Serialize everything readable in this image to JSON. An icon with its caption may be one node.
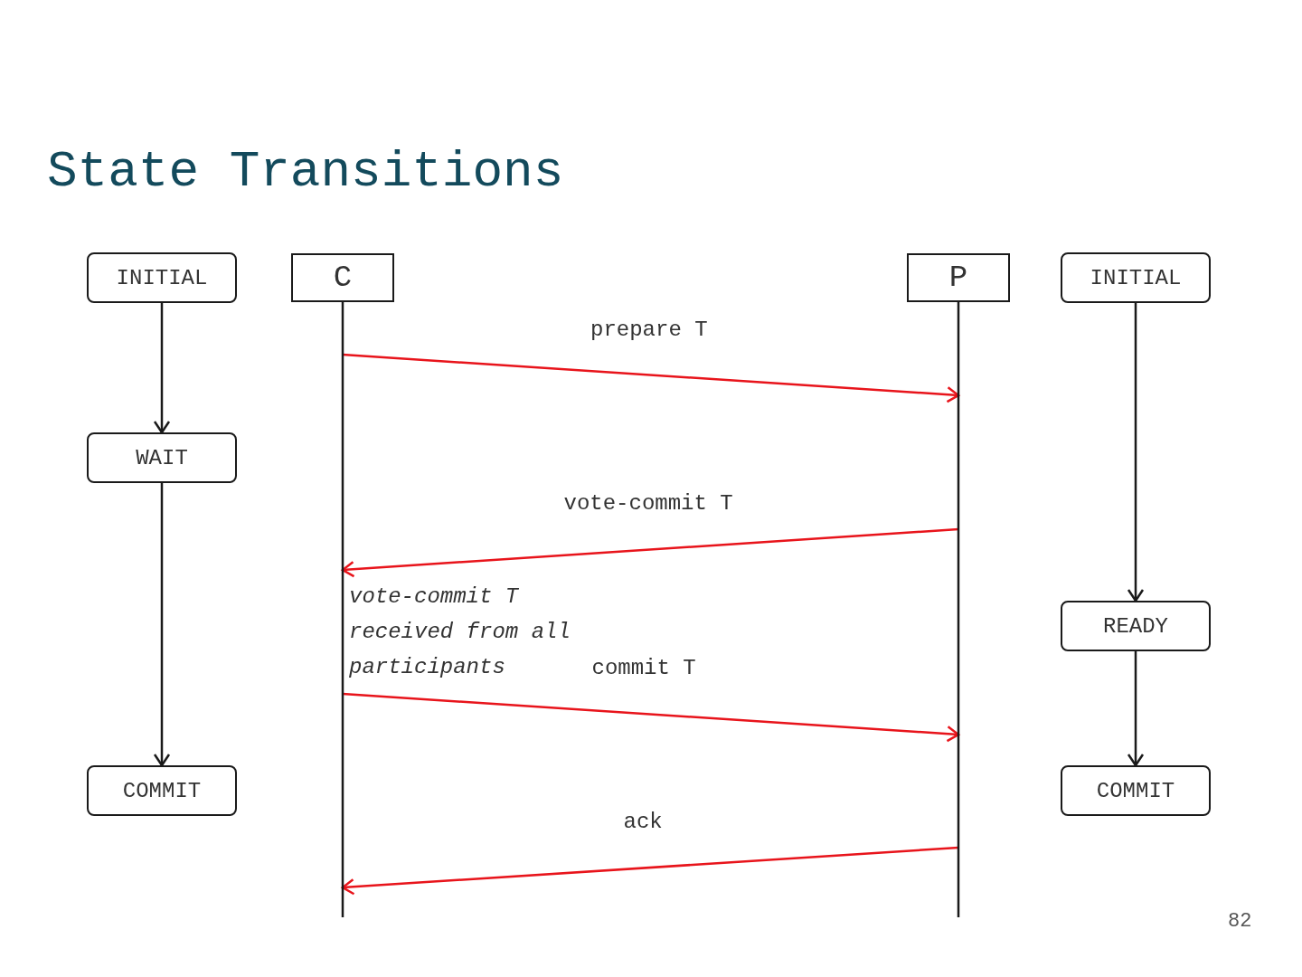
{
  "diagram": {
    "title": "State Transitions",
    "nodes": [
      {
        "text": [
          "INITIAL"
        ]
      },
      {
        "text": [
          "C"
        ]
      },
      {
        "text": [
          "P"
        ]
      },
      {
        "text": [
          "INITIAL"
        ]
      },
      {
        "text": [
          "WAIT"
        ]
      },
      {
        "text": [
          "READY"
        ]
      },
      {
        "text": [
          "COMMIT"
        ]
      },
      {
        "text": [
          "COMMIT"
        ]
      }
    ],
    "edges": [
      {
        "from": 0,
        "to": 4,
        "arrow": "to"
      },
      {
        "from": 4,
        "to": 6,
        "arrow": "to"
      },
      {
        "from": 3,
        "to": 5,
        "arrow": "to"
      },
      {
        "from": 5,
        "to": 7,
        "arrow": "to"
      },
      {
        "from": 1,
        "to": 2,
        "arrow": "to",
        "label": "prepare T",
        "color": "#e8141b"
      },
      {
        "from": 2,
        "to": 1,
        "arrow": "to",
        "label": "vote-commit T",
        "color": "#e8141b"
      },
      {
        "from": 1,
        "to": 2,
        "arrow": "to",
        "label": "commit T",
        "color": "#e8141b"
      },
      {
        "from": 2,
        "to": 1,
        "arrow": "to",
        "label": "ack",
        "color": "#e8141b"
      }
    ],
    "labels": [
      "vote-commit T received from all participants",
      "82"
    ]
  }
}
